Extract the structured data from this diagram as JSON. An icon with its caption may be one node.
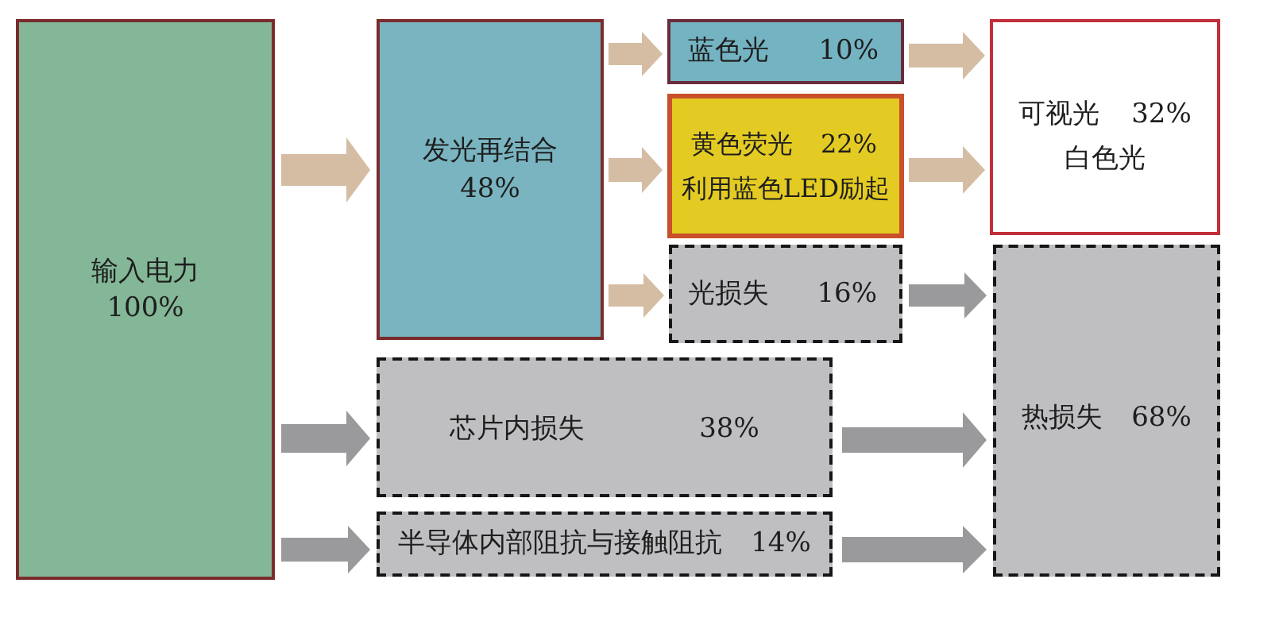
{
  "diagram": {
    "nodes": [
      {
        "text": [
          "输入电力",
          "100%"
        ]
      },
      {
        "text": [
          "发光再结合",
          "48%"
        ]
      },
      {
        "text": [
          "蓝色光",
          "10%"
        ]
      },
      {
        "text": [
          "黄色荧光",
          "22%",
          "利用蓝色LED励起"
        ]
      },
      {
        "text": [
          "可视光",
          "32%",
          "白色光"
        ]
      },
      {
        "text": [
          "光损失",
          "16%"
        ]
      },
      {
        "text": [
          "热损失",
          "68%"
        ]
      },
      {
        "text": [
          "芯片内损失",
          "38%"
        ]
      },
      {
        "text": [
          "半导体内部阻抗与接触阻抗",
          "14%"
        ]
      }
    ],
    "edges": [
      {
        "from": 0,
        "to": 1,
        "arrow": "to"
      },
      {
        "from": 0,
        "to": 7,
        "arrow": "to",
        "color": "#9a9a9c"
      },
      {
        "from": 0,
        "to": 8,
        "arrow": "to",
        "color": "#9a9a9c"
      },
      {
        "from": 1,
        "to": 2,
        "arrow": "to"
      },
      {
        "from": 1,
        "to": 3,
        "arrow": "to"
      },
      {
        "from": 1,
        "to": 5,
        "arrow": "to"
      },
      {
        "from": 2,
        "to": 4,
        "arrow": "to"
      },
      {
        "from": 3,
        "to": 4,
        "arrow": "to"
      },
      {
        "from": 5,
        "to": 6,
        "arrow": "to",
        "color": "#9a9a9c"
      },
      {
        "from": 7,
        "to": 6,
        "arrow": "to",
        "color": "#9a9a9c"
      },
      {
        "from": 8,
        "to": 6,
        "arrow": "to",
        "color": "#9a9a9c"
      }
    ]
  }
}
